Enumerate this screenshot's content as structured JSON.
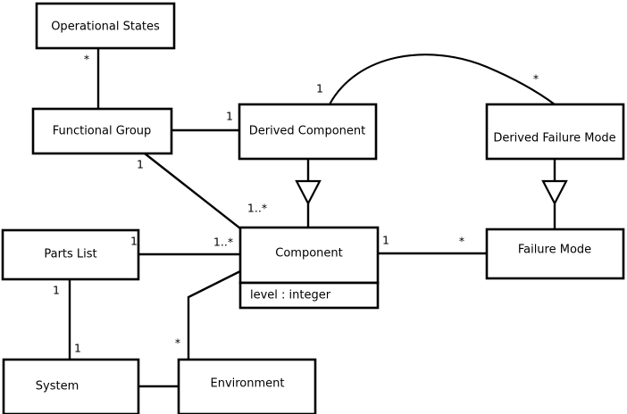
{
  "diagram": {
    "type": "uml-class-diagram",
    "background_color": "#ffffff",
    "line_color": "#000000",
    "classes": [
      {
        "id": "operational-states",
        "name": "Operational States",
        "attributes": []
      },
      {
        "id": "functional-group",
        "name": "Functional Group",
        "attributes": []
      },
      {
        "id": "derived-component",
        "name": "Derived Component",
        "attributes": []
      },
      {
        "id": "derived-failure-mode",
        "name": "Derived Failure Mode",
        "attributes": []
      },
      {
        "id": "parts-list",
        "name": "Parts List",
        "attributes": []
      },
      {
        "id": "component",
        "name": "Component",
        "attributes": [
          "level : integer"
        ]
      },
      {
        "id": "failure-mode",
        "name": "Failure Mode",
        "attributes": []
      },
      {
        "id": "system",
        "name": "System",
        "attributes": []
      },
      {
        "id": "environment",
        "name": "Environment",
        "attributes": []
      }
    ],
    "attributes": {
      "component_level": "level : integer"
    },
    "multiplicities": {
      "operational_states_end": "*",
      "functional_group_to_derived_component": "1",
      "functional_group_to_component": "1",
      "component_from_functional_group": "1..*",
      "parts_list_end": "1",
      "component_from_parts_list": "1..*",
      "component_to_failure_mode": "1",
      "failure_mode_end": "*",
      "derived_component_curve_end": "1",
      "derived_failure_mode_curve_end": "*",
      "parts_list_to_system_top": "1",
      "system_end": "1",
      "environment_end": "*"
    },
    "associations": [
      {
        "from": "operational-states",
        "to": "functional-group",
        "from_mult": "*",
        "to_mult": ""
      },
      {
        "from": "functional-group",
        "to": "derived-component",
        "from_mult": "",
        "to_mult": "1"
      },
      {
        "from": "functional-group",
        "to": "component",
        "from_mult": "1",
        "to_mult": "1..*"
      },
      {
        "from": "parts-list",
        "to": "component",
        "from_mult": "1",
        "to_mult": "1..*"
      },
      {
        "from": "component",
        "to": "failure-mode",
        "from_mult": "1",
        "to_mult": "*"
      },
      {
        "from": "derived-component",
        "to": "derived-failure-mode",
        "from_mult": "1",
        "to_mult": "*",
        "shape": "curved"
      },
      {
        "from": "parts-list",
        "to": "system",
        "from_mult": "1",
        "to_mult": "1"
      },
      {
        "from": "system",
        "to": "environment",
        "from_mult": "",
        "to_mult": ""
      },
      {
        "from": "environment",
        "to": "component",
        "from_mult": "*",
        "to_mult": ""
      }
    ],
    "generalizations": [
      {
        "child": "derived-component",
        "parent": "component"
      },
      {
        "child": "derived-failure-mode",
        "parent": "failure-mode"
      }
    ]
  }
}
